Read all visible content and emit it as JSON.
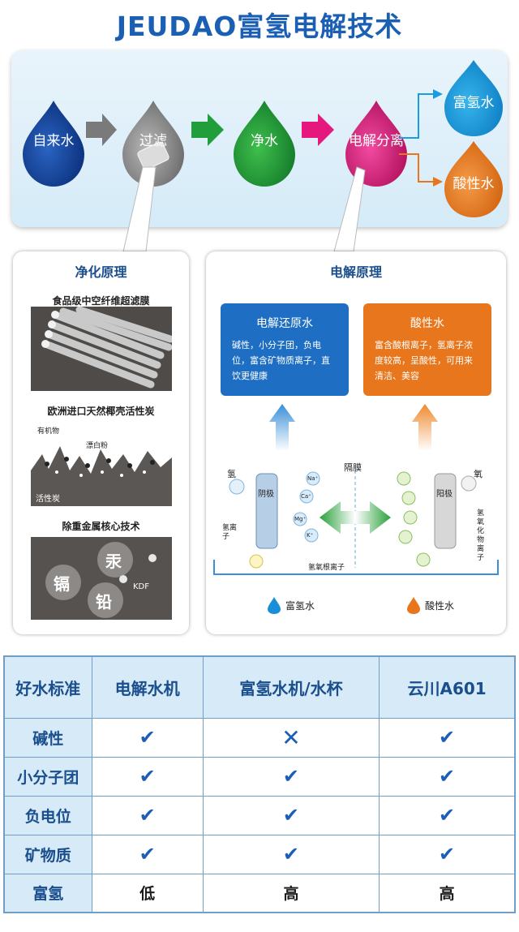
{
  "title": "JEUDAO富氢电解技术",
  "flow": {
    "tap": "自来水",
    "filter": "过滤",
    "clean": "净水",
    "electro": "电解分离",
    "hydrogen": "富氢水",
    "acid": "酸性水"
  },
  "purify": {
    "title": "净化原理",
    "step1": "食品级中空纤维超滤膜",
    "step2": "欧洲进口天然椰壳活性炭",
    "step2_labels": {
      "organic": "有机物",
      "bleach": "漂白粉",
      "carbon": "活性炭"
    },
    "step3": "除重金属核心技术",
    "step3_labels": {
      "mercury": "汞",
      "cadmium": "镉",
      "lead": "铅",
      "kdf": "KDF"
    }
  },
  "electro": {
    "title": "电解原理",
    "blue_card": {
      "title": "电解还原水",
      "text": "碱性，小分子团，负电位，富含矿物质离子，直饮更健康"
    },
    "orange_card": {
      "title": "酸性水",
      "text": "富含酸根离子，氢离子浓度较高，呈酸性，可用来清洁、美容"
    },
    "membrane": "隔膜",
    "cathode": "阴极",
    "anode": "阳极",
    "hydrogen_label": "氢",
    "hydrogen_ion_label": "氢离子",
    "oxygen_label": "氧",
    "oxygen_ion_label": "氢氧化物离子",
    "ions_left": [
      "Na⁺",
      "Ca⁺",
      "Mg⁺",
      "K⁺"
    ],
    "hydrogen_root": "氢氧根离子",
    "legend_blue": "富氢水",
    "legend_orange": "酸性水"
  },
  "table": {
    "headers": [
      "好水标准",
      "电解水机",
      "富氢水机/水杯",
      "云川A601"
    ],
    "rows": [
      {
        "label": "碱性",
        "values": [
          "check",
          "cross",
          "check"
        ]
      },
      {
        "label": "小分子团",
        "values": [
          "check",
          "check",
          "check"
        ]
      },
      {
        "label": "负电位",
        "values": [
          "check",
          "check",
          "check"
        ]
      },
      {
        "label": "矿物质",
        "values": [
          "check",
          "check",
          "check"
        ]
      },
      {
        "label": "富氢",
        "values": [
          "低",
          "高",
          "高"
        ]
      }
    ]
  },
  "colors": {
    "accent": "#1a5fb4",
    "green": "#1f9e3b",
    "pink": "#e6177d",
    "orange": "#e8761c"
  }
}
